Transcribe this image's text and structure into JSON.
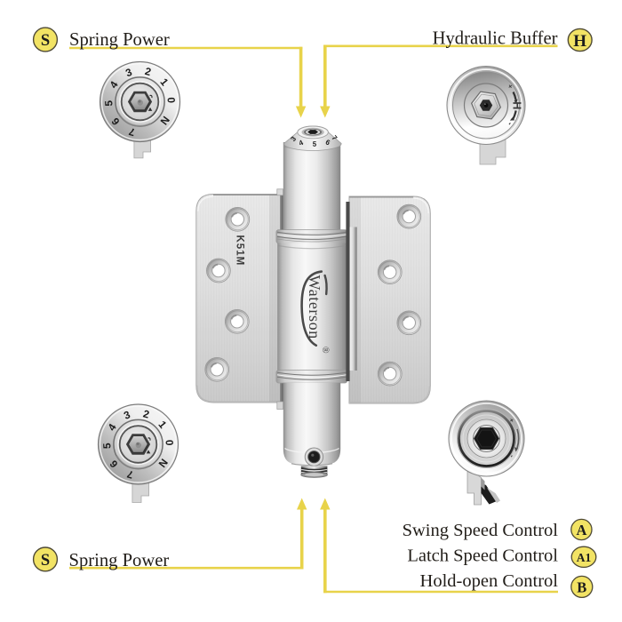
{
  "background": "#ffffff",
  "accent": {
    "line_yellow": "#e8d34a",
    "badge_fill": "#f2e364",
    "badge_border": "#4f4a35",
    "text_color": "#211d18"
  },
  "callouts": {
    "spring_top": {
      "badge": "S",
      "label": "Spring Power"
    },
    "hydraulic": {
      "badge": "H",
      "label": "Hydraulic Buffer"
    },
    "spring_bottom": {
      "badge": "S",
      "label": "Spring Power"
    },
    "swing_speed": {
      "badge": "A",
      "label": "Swing Speed Control"
    },
    "latch_speed": {
      "badge": "A1",
      "label": "Latch Speed Control"
    },
    "hold_open": {
      "badge": "B",
      "label": "Hold-open Control"
    }
  },
  "hinge": {
    "model": "K51M",
    "brand": "Waterson",
    "registered_mark": "®",
    "cap_numbers": [
      "3",
      "4",
      "5",
      "6",
      "7"
    ]
  },
  "dials": {
    "spring": {
      "numbers": [
        "N",
        "0",
        "1",
        "2",
        "3",
        "4",
        "5",
        "6",
        "7"
      ]
    },
    "hydraulic": {
      "letter": "H",
      "plus": "+",
      "minus": "-"
    },
    "speed": {
      "plus": "+",
      "minus": "-"
    }
  }
}
